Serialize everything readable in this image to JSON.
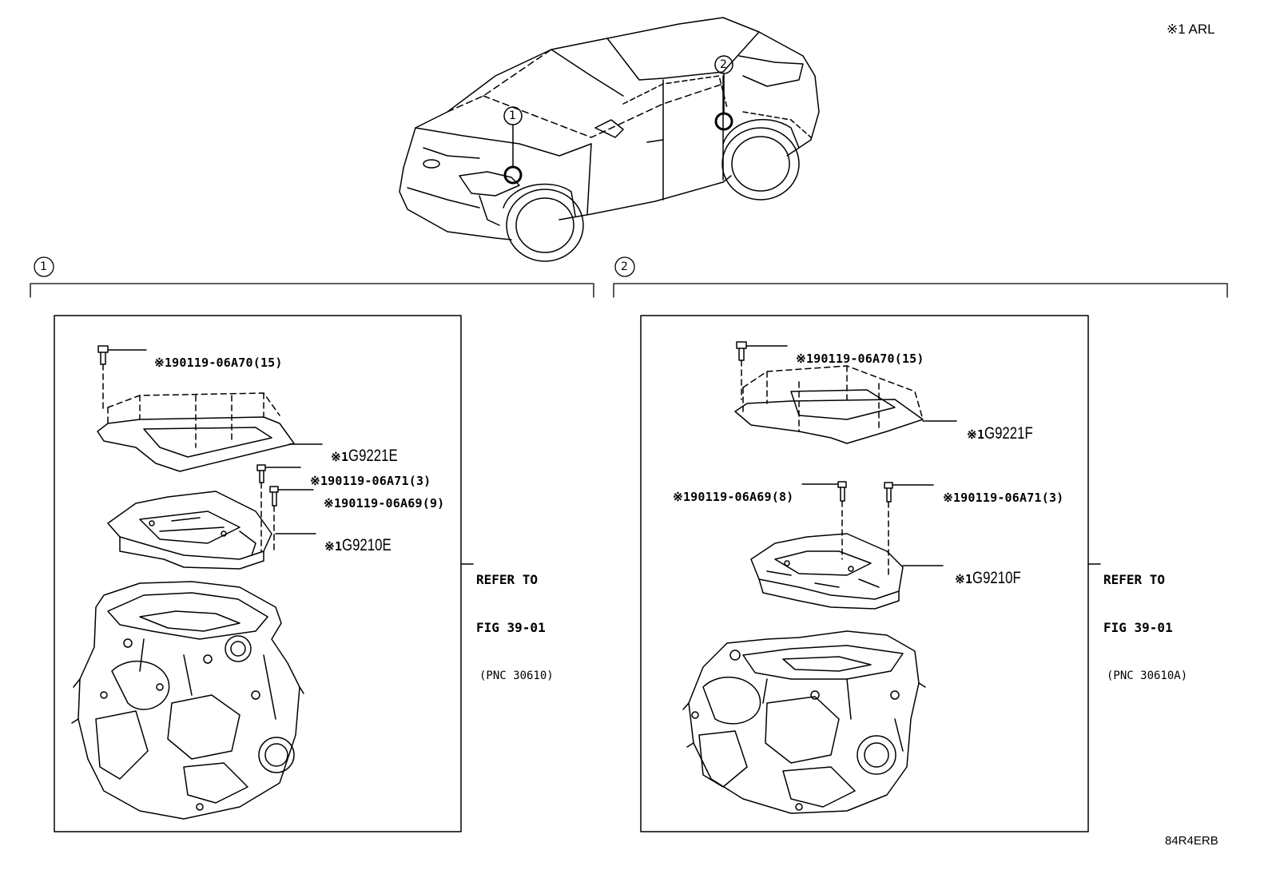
{
  "header": {
    "note": "※1 ARL"
  },
  "footer": {
    "diagram_code": "84R4ERB"
  },
  "vehicle": {
    "callouts": [
      "1",
      "2"
    ]
  },
  "sections": [
    {
      "id": "1",
      "label": "1",
      "parts": [
        {
          "prefix": "※1",
          "number": "90119-06A70(15)"
        },
        {
          "prefix": "※1",
          "number": "G9221E"
        },
        {
          "prefix": "※1",
          "number": "90119-06A71(3)"
        },
        {
          "prefix": "※1",
          "number": "90119-06A69(9)"
        },
        {
          "prefix": "※1",
          "number": "G9210E"
        }
      ],
      "reference": {
        "line1": "REFER TO",
        "line2": "FIG 39-01",
        "line3": "(PNC 30610)"
      }
    },
    {
      "id": "2",
      "label": "2",
      "parts": [
        {
          "prefix": "※1",
          "number": "90119-06A70(15)"
        },
        {
          "prefix": "※1",
          "number": "G9221F"
        },
        {
          "prefix": "※1",
          "number": "90119-06A69(8)"
        },
        {
          "prefix": "※1",
          "number": "90119-06A71(3)"
        },
        {
          "prefix": "※1",
          "number": "G9210F"
        }
      ],
      "reference": {
        "line1": "REFER TO",
        "line2": "FIG 39-01",
        "line3": "(PNC 30610A)"
      }
    }
  ]
}
